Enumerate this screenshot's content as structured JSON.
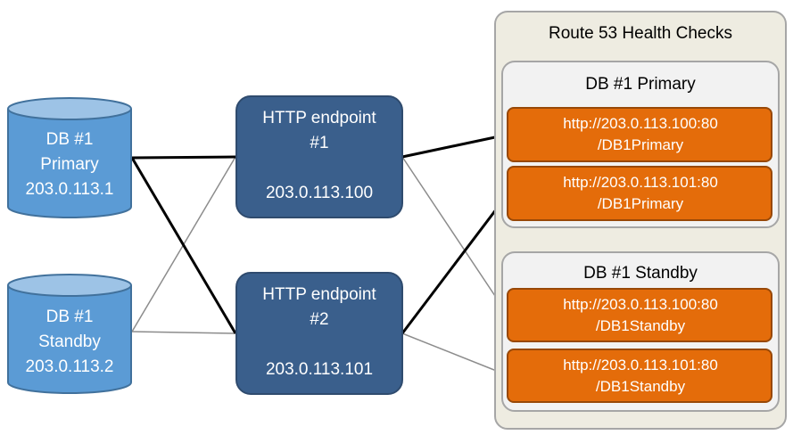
{
  "colors": {
    "db_fill": "#5B9BD5",
    "db_top": "#9DC3E6",
    "db_stroke": "#41719C",
    "endpoint_fill": "#3A5F8C",
    "endpoint_stroke": "#2F4B6E",
    "route53_bg": "#EEECE1",
    "group_bg": "#F2F2F2",
    "group_stroke": "#A6A6A6",
    "check_fill": "#E46C0A",
    "check_stroke": "#984807",
    "active_link": "#000000",
    "standby_link": "#8C8C8C"
  },
  "databases": {
    "primary": {
      "name": "DB #1",
      "role": "Primary",
      "ip": "203.0.113.1"
    },
    "standby": {
      "name": "DB #1",
      "role": "Standby",
      "ip": "203.0.113.2"
    }
  },
  "endpoints": {
    "ep1": {
      "line1": "HTTP endpoint",
      "line2": "#1",
      "ip": "203.0.113.100"
    },
    "ep2": {
      "line1": "HTTP endpoint",
      "line2": "#2",
      "ip": "203.0.113.101"
    }
  },
  "route53": {
    "title": "Route 53 Health Checks",
    "primary_group": {
      "title": "DB #1 Primary",
      "checks": [
        {
          "url": "http://203.0.113.100:80",
          "path": "/DB1Primary"
        },
        {
          "url": "http://203.0.113.101:80",
          "path": "/DB1Primary"
        }
      ]
    },
    "standby_group": {
      "title": "DB #1 Standby",
      "checks": [
        {
          "url": "http://203.0.113.100:80",
          "path": "/DB1Standby"
        },
        {
          "url": "http://203.0.113.101:80",
          "path": "/DB1Standby"
        }
      ]
    }
  }
}
